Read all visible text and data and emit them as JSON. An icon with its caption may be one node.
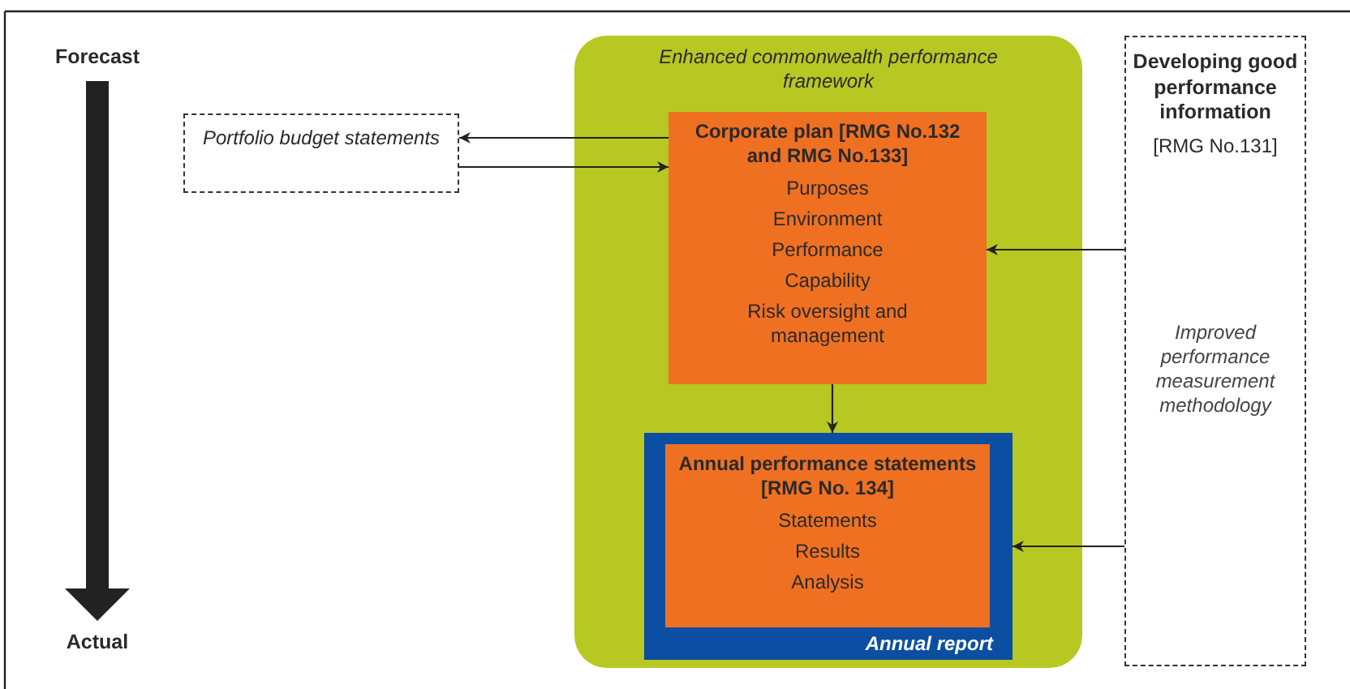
{
  "diagram": {
    "nodes": [
      {
        "text": [
          "Portfolio budget statements"
        ]
      },
      {
        "text": [
          "Enhanced commonwealth performance framework"
        ]
      },
      {
        "text": [
          "Corporate plan [RMG No.132 and RMG No.133]",
          "Purposes",
          "Environment",
          "Performance",
          "Capability",
          "Risk oversight and management"
        ],
        "in": 1
      },
      {
        "text": [
          "Annual report"
        ],
        "in": 1
      },
      {
        "text": [
          "Annual performance statements [RMG No. 134]",
          "Statements",
          "Results",
          "Analysis"
        ],
        "in": 3
      },
      {
        "text": [
          "Developing good performance information",
          "[RMG No.131]",
          "Improved performance measurement methodology"
        ]
      }
    ],
    "edges": [
      {
        "from": 2,
        "to": 0,
        "arrow": "to"
      },
      {
        "from": 0,
        "to": 2,
        "arrow": "to"
      },
      {
        "from": 5,
        "to": 2,
        "arrow": "to"
      },
      {
        "from": 2,
        "to": 3,
        "arrow": "to"
      },
      {
        "from": 5,
        "to": 3,
        "arrow": "to"
      }
    ],
    "labels": [
      "Forecast",
      "Actual"
    ]
  }
}
